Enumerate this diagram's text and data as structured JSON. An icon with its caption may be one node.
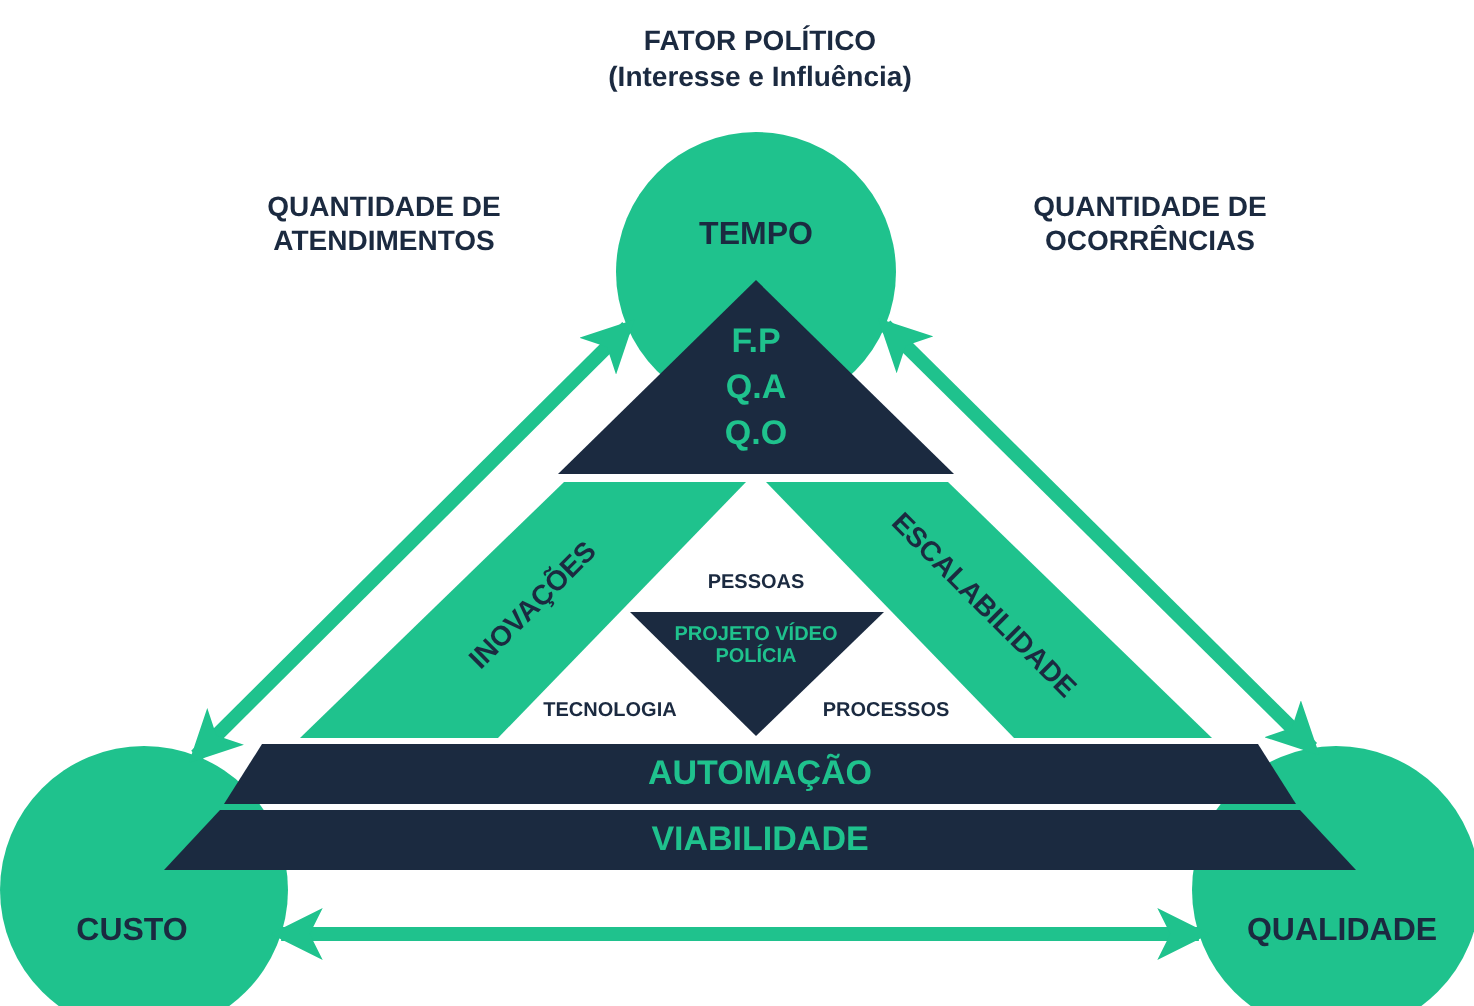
{
  "diagram": {
    "nodes": [
      {
        "text": [
          "TEMPO"
        ]
      },
      {
        "text": [
          "CUSTO"
        ]
      },
      {
        "text": [
          "QUALIDADE"
        ]
      },
      {
        "text": [
          "F.P Q.A Q.O"
        ]
      },
      {
        "text": [
          "INOVAÇÕES"
        ]
      },
      {
        "text": [
          "ESCALABILIDADE"
        ]
      },
      {
        "text": [
          "PROJETO VÍDEO POLÍCIA"
        ]
      },
      {
        "text": [
          "AUTOMAÇÃO"
        ]
      },
      {
        "text": [
          "VIABILIDADE"
        ]
      }
    ],
    "edges": [
      {
        "from": 0,
        "to": 1,
        "arrow": "both"
      },
      {
        "from": 0,
        "to": 2,
        "arrow": "both"
      },
      {
        "from": 1,
        "to": 2,
        "arrow": "both"
      }
    ],
    "labels": [
      "FATOR POLÍTICO",
      "(Interesse e Influência)",
      "QUANTIDADE DE ATENDIMENTOS",
      "QUANTIDADE DE OCORRÊNCIAS",
      "PESSOAS",
      "TECNOLOGIA",
      "PROCESSOS"
    ]
  }
}
